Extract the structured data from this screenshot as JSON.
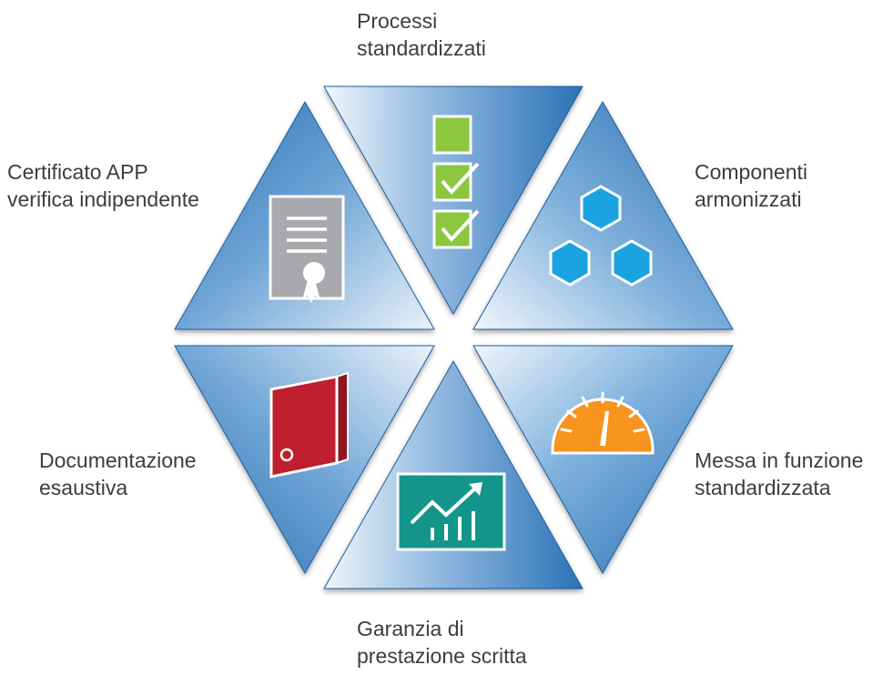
{
  "labels": {
    "top": {
      "line1": "Processi",
      "line2": "standardizzati"
    },
    "top_right": {
      "line1": "Componenti",
      "line2": "armonizzati"
    },
    "bottom_right": {
      "line1": "Messa in funzione",
      "line2": "standardizzata"
    },
    "bottom": {
      "line1": "Garanzia di",
      "line2": "prestazione scritta"
    },
    "bottom_left": {
      "line1": "Documentazione",
      "line2": "esaustiva"
    },
    "top_left": {
      "line1": "Certificato APP",
      "line2": "verifica indipendente"
    }
  },
  "icons": {
    "top": "checklist-icon",
    "top_right": "hexagons-icon",
    "bottom_right": "gauge-icon",
    "bottom": "chart-growth-icon",
    "bottom_left": "binder-icon",
    "top_left": "certificate-icon"
  },
  "colors": {
    "panel_dark": "#2a6fb3",
    "panel_light": "#e9f1f9",
    "check_green": "#8cc63f",
    "hex_blue": "#1aa3e0",
    "gauge_orange": "#f7941d",
    "chart_teal": "#13958a",
    "binder_red": "#be1e2d",
    "cert_gray": "#a7a9ac",
    "text": "#3d3d3d"
  }
}
